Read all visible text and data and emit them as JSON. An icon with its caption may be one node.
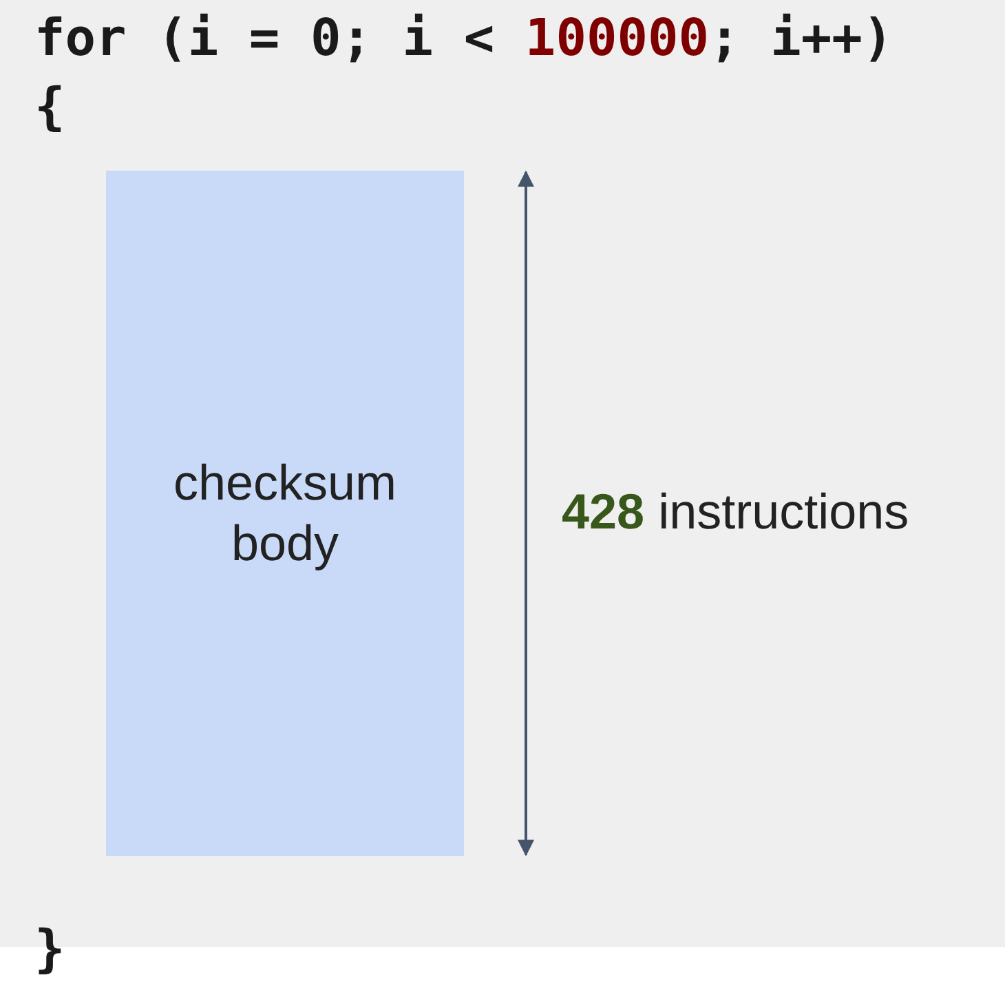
{
  "diagram": {
    "nodes": [
      {
        "text": [
          "checksum body"
        ]
      }
    ],
    "labels": [
      "for (i = 0; i < 100000; i++)",
      "{",
      "**428** instructions",
      "}"
    ]
  }
}
